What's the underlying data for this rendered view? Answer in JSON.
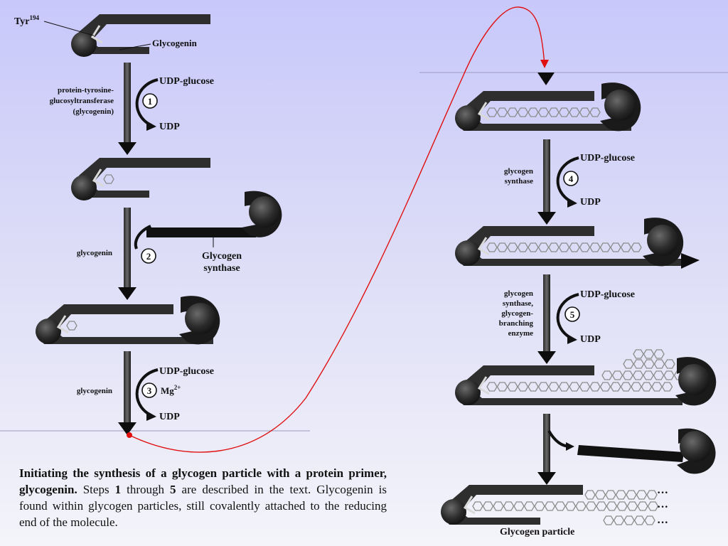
{
  "labels": {
    "tyr": "Tyr",
    "tyr_sup": "194",
    "glycogenin_top": "Glycogenin",
    "enzyme1": [
      "protein-tyrosine-",
      "glucosyltransferase",
      "(glycogenin)"
    ],
    "udp_glucose": "UDP-glucose",
    "udp": "UDP",
    "step1": "1",
    "step2": "2",
    "step3": "3",
    "step4": "4",
    "step5": "5",
    "glycogenin_step2": "glycogenin",
    "glycogen_synthase": [
      "Glycogen",
      "synthase"
    ],
    "glycogenin_step3": "glycogenin",
    "mg": "Mg",
    "mg_sup": "2+",
    "enzyme4": [
      "glycogen",
      "synthase"
    ],
    "enzyme5": [
      "glycogen",
      "synthase,",
      "glycogen-",
      "branching",
      "enzyme"
    ],
    "particle": "Glycogen particle"
  },
  "caption": {
    "bold_intro": "Initiating the synthesis of a glycogen particle with a protein primer, glycogenin.",
    "text1": " Steps ",
    "step_a": "1",
    "text2": " through ",
    "step_b": "5",
    "text3": " are described in the text. Glycogenin is found within glycogen particles, still covalently attached to the reducing end of the molecule."
  },
  "colors": {
    "protein": "#2a2a2a",
    "arrow": "#0d0d0d",
    "connector": "#e01010",
    "hexagon": "#8c8c8c"
  }
}
